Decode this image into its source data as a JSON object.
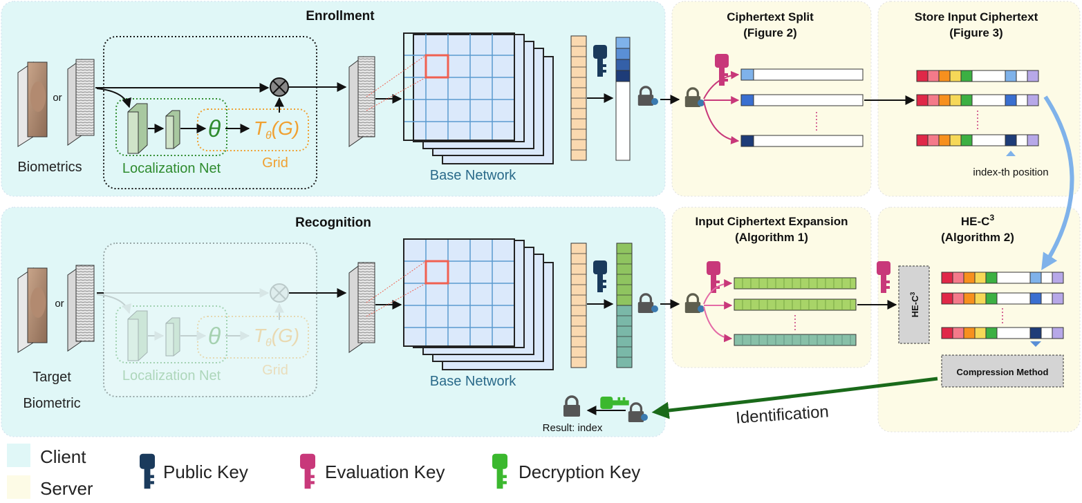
{
  "client": {
    "enrollment": {
      "title": "Enrollment",
      "or": "or",
      "biometrics": "Biometrics",
      "localization_net": "Localization Net",
      "grid": "Grid",
      "theta": "θ",
      "transform": "Tθ(G)",
      "base_network": "Base Network"
    },
    "recognition": {
      "title": "Recognition",
      "or": "or",
      "target": "Target",
      "biometric": "Biometric",
      "localization_net": "Localization Net",
      "grid": "Grid",
      "theta": "θ",
      "transform": "Tθ(G)",
      "base_network": "Base Network",
      "result": "Result: index"
    }
  },
  "server": {
    "split": {
      "title1": "Ciphertext Split",
      "title2": "(Figure 2)"
    },
    "store": {
      "title1": "Store Input Ciphertext",
      "title2": "(Figure 3)",
      "index_label": "index-th position"
    },
    "expansion": {
      "title1": "Input Ciphertext Expansion",
      "title2": "(Algorithm 1)"
    },
    "hec3": {
      "title1": "HE-C³",
      "title2": "(Algorithm 2)",
      "box_label": "HE-C³",
      "compression": "Compression Method"
    }
  },
  "identification": "Identification",
  "legend": {
    "client": "Client",
    "server": "Server",
    "public_key": "Public Key",
    "evaluation_key": "Evaluation Key",
    "decryption_key": "Decryption Key"
  },
  "colors": {
    "client_bg": "#e0f7f7",
    "server_bg": "#fdfbe6",
    "public_key": "#1a3a5c",
    "evaluation_key": "#c8387a",
    "decryption_key": "#3bb82e",
    "grid_orange": "#f0a030",
    "loc_green": "#2e8b2e",
    "base_blue": "#2a6a8a"
  }
}
